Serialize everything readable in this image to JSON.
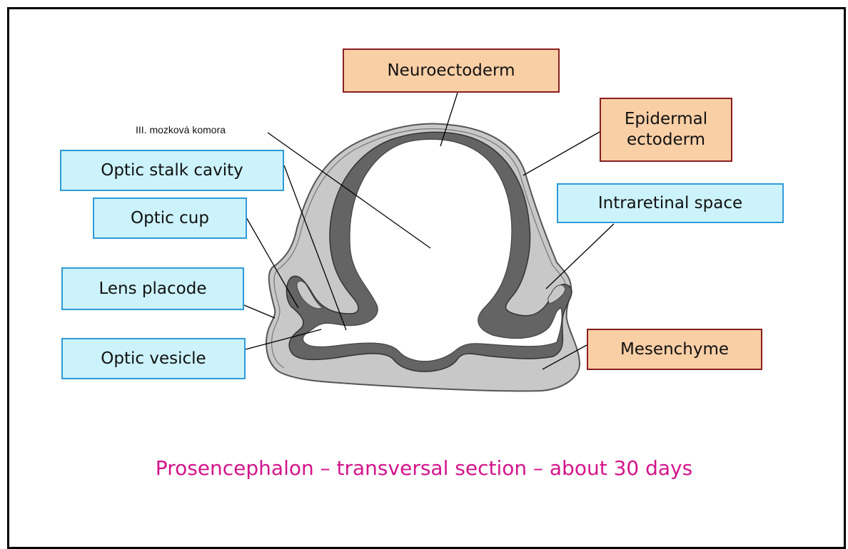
{
  "labels": {
    "neuroectoderm": "Neuroectoderm",
    "epidermal_ectoderm": "Epidermal\nectoderm",
    "optic_stalk_cavity": "Optic stalk cavity",
    "optic_cup": "Optic cup",
    "intraretinal_space": "Intraretinal space",
    "lens_placode": "Lens placode",
    "optic_vesicle": "Optic vesicle",
    "mesenchyme": "Mesenchyme",
    "third_ventricle": "III. mozková komora"
  },
  "caption": "Prosencephalon – transversal section – about 30 days",
  "colors": {
    "blue_fill": "#ccf3fb",
    "blue_border": "#2e9ad8",
    "orange_fill": "#f9cfa6",
    "orange_border": "#8a1f1f",
    "caption": "#d4148c",
    "tissue_light": "#c8c8c8",
    "tissue_dark": "#646464"
  }
}
